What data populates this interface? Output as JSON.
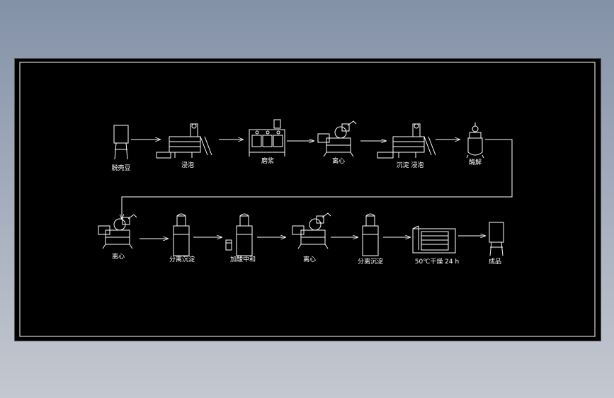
{
  "diagram": {
    "steps_row1": [
      {
        "id": "s1",
        "label": "脱壳豆",
        "icon": "silo-bin-icon"
      },
      {
        "id": "s2",
        "label": "浸泡",
        "icon": "soaking-machine-icon"
      },
      {
        "id": "s3",
        "label": "磨浆",
        "icon": "grinder-icon"
      },
      {
        "id": "s4",
        "label": "离心",
        "icon": "centrifuge-icon"
      },
      {
        "id": "s5",
        "label": "沉淀 浸泡",
        "icon": "soaking-machine-icon"
      },
      {
        "id": "s6",
        "label": "酶解",
        "icon": "reactor-tank-icon"
      }
    ],
    "steps_row2": [
      {
        "id": "s7",
        "label": "离心",
        "icon": "centrifuge-icon"
      },
      {
        "id": "s8",
        "label": "分离沉淀",
        "icon": "separator-tank-icon"
      },
      {
        "id": "s9",
        "label": "加酸中和",
        "icon": "neutralizer-tank-icon"
      },
      {
        "id": "s10",
        "label": "离心",
        "icon": "centrifuge-icon"
      },
      {
        "id": "s11",
        "label": "分离沉淀",
        "icon": "separator-tank-icon"
      },
      {
        "id": "s12",
        "label": "50℃干燥 24 h",
        "icon": "drying-oven-icon"
      },
      {
        "id": "s13",
        "label": "成品",
        "icon": "product-bin-icon"
      }
    ],
    "line_color": "#ffffff",
    "background": "#000000"
  }
}
